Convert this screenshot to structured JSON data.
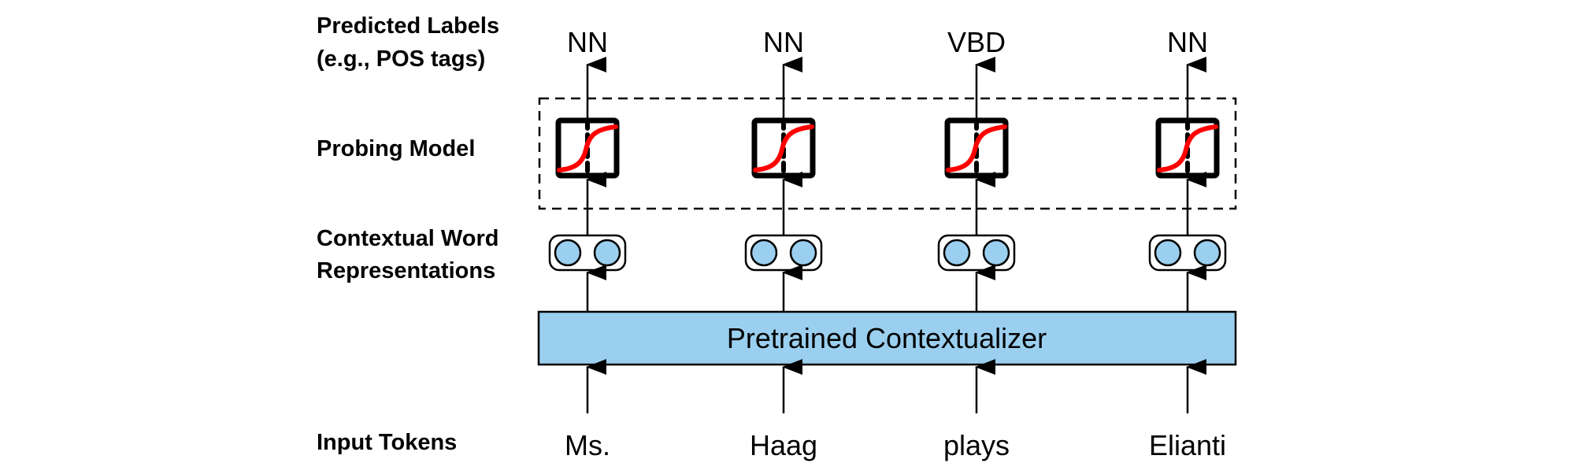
{
  "row_labels": {
    "predicted": [
      "Predicted Labels",
      "(e.g., POS tags)"
    ],
    "probing": [
      "Probing Model"
    ],
    "contextual": [
      "Contextual Word",
      "Representations"
    ],
    "input": [
      "Input Tokens"
    ]
  },
  "contextualizer_label": "Pretrained Contextualizer",
  "columns": [
    {
      "token": "Ms.",
      "predicted_tag": "NN"
    },
    {
      "token": "Haag",
      "predicted_tag": "NN"
    },
    {
      "token": "plays",
      "predicted_tag": "VBD"
    },
    {
      "token": "Elianti",
      "predicted_tag": "NN"
    }
  ],
  "colors": {
    "contextualizer_fill": "#9BCFEF",
    "vector_fill": "#9BCFEF",
    "sigmoid_curve": "#FF0000",
    "stroke": "#000000"
  }
}
